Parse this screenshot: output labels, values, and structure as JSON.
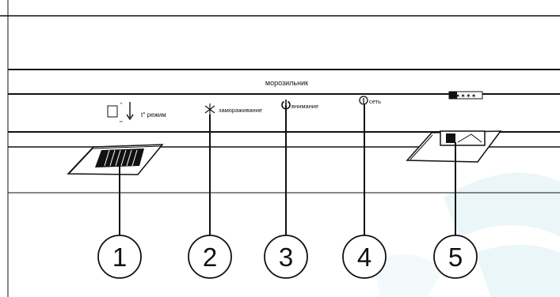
{
  "panel": {
    "section_title": "морозильник",
    "labels": {
      "mode": "t° режим",
      "freezing": "замораживание",
      "attention": "внимание",
      "network": "сеть"
    },
    "star_rating": "✶✶✶✶",
    "mode_icon_small_top": "▪▪",
    "mode_icon_small_bottom": "▪▪▪"
  },
  "callouts": [
    "1",
    "2",
    "3",
    "4",
    "5"
  ],
  "colors": {
    "line": "#111111",
    "watermark": "#dbeff3"
  }
}
